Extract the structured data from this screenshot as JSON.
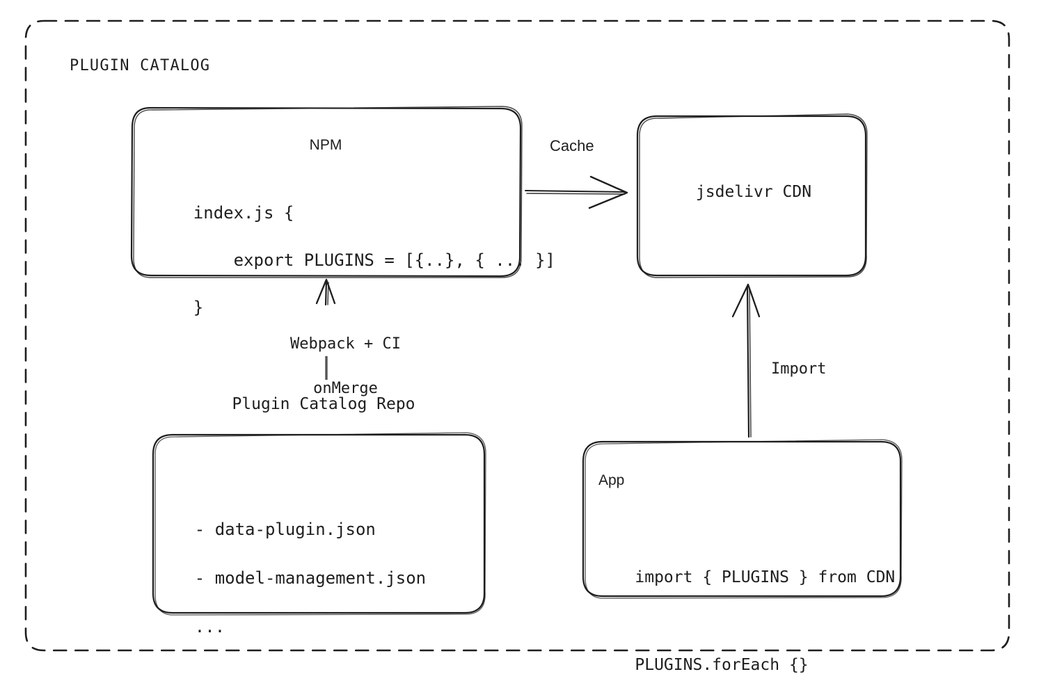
{
  "diagram": {
    "title": "PLUGIN CATALOG",
    "type": "architecture-flow",
    "stroke_color": "#1e1e1e",
    "background_color": "#ffffff",
    "container_border_style": "dashed"
  },
  "nodes": {
    "npm": {
      "id": "npm",
      "title": "NPM",
      "code_lines": [
        "index.js {",
        "    export PLUGINS = [{..}, { ... }]",
        "}"
      ]
    },
    "cdn": {
      "id": "cdn",
      "title": "jsdelivr CDN"
    },
    "repo": {
      "id": "plugin-catalog-repo",
      "caption": "Plugin Catalog Repo",
      "items": [
        "- data-plugin.json",
        "- model-management.json",
        "..."
      ]
    },
    "app": {
      "id": "app",
      "title": "App",
      "code_lines": [
        "import { PLUGINS } from CDN",
        "PLUGINS.forEach {}"
      ]
    }
  },
  "edges": {
    "npm_to_cdn": {
      "label": "Cache",
      "from": "npm",
      "to": "cdn",
      "direction": "right"
    },
    "repo_to_npm": {
      "label_line1": "Webpack + CI",
      "label_line2": "onMerge",
      "from": "plugin-catalog-repo",
      "to": "npm",
      "direction": "up"
    },
    "cdn_to_app": {
      "label": "Import",
      "from": "app",
      "to": "cdn",
      "direction": "up"
    }
  }
}
